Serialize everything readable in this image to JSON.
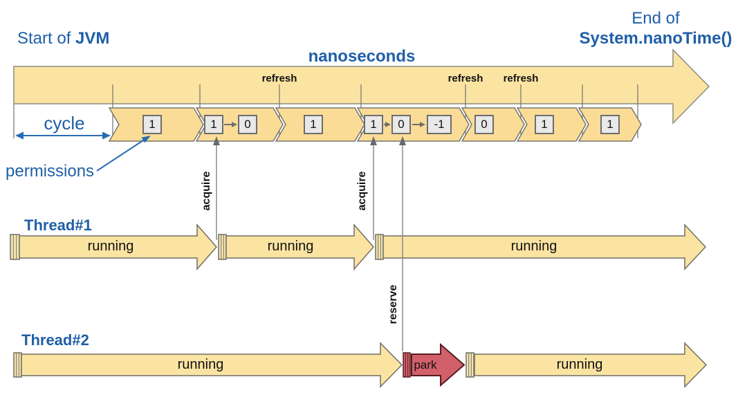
{
  "header": {
    "start_prefix": "Start of",
    "start_bold": "JVM",
    "end_line1": "End of",
    "end_line2": "System.nanoTime()"
  },
  "timeline": {
    "axis_label": "nanoseconds",
    "refresh_labels": [
      "refresh",
      "refresh",
      "refresh"
    ],
    "cycle_label": "cycle",
    "permissions_label": "permissions",
    "segments": [
      {
        "values": [
          "1"
        ]
      },
      {
        "values": [
          "1",
          "0"
        ]
      },
      {
        "values": [
          "1"
        ]
      },
      {
        "values": [
          "1",
          "0",
          "-1"
        ]
      },
      {
        "values": [
          "0"
        ]
      },
      {
        "values": [
          "1"
        ]
      },
      {
        "values": [
          "1"
        ]
      }
    ]
  },
  "events": {
    "acquire1": "acquire",
    "acquire2": "acquire",
    "reserve": "reserve"
  },
  "threads": [
    {
      "name": "Thread#1",
      "phases": [
        "running",
        "running",
        "running"
      ]
    },
    {
      "name": "Thread#2",
      "phases": [
        "running",
        "park",
        "running"
      ]
    }
  ],
  "colors": {
    "accent_blue": "#1f5fa7",
    "arrow_yellow": "#fbe3a2",
    "cycle_yellow": "#fbdc96",
    "park_red": "#d2606a",
    "box_gray": "#e9e9e9"
  }
}
